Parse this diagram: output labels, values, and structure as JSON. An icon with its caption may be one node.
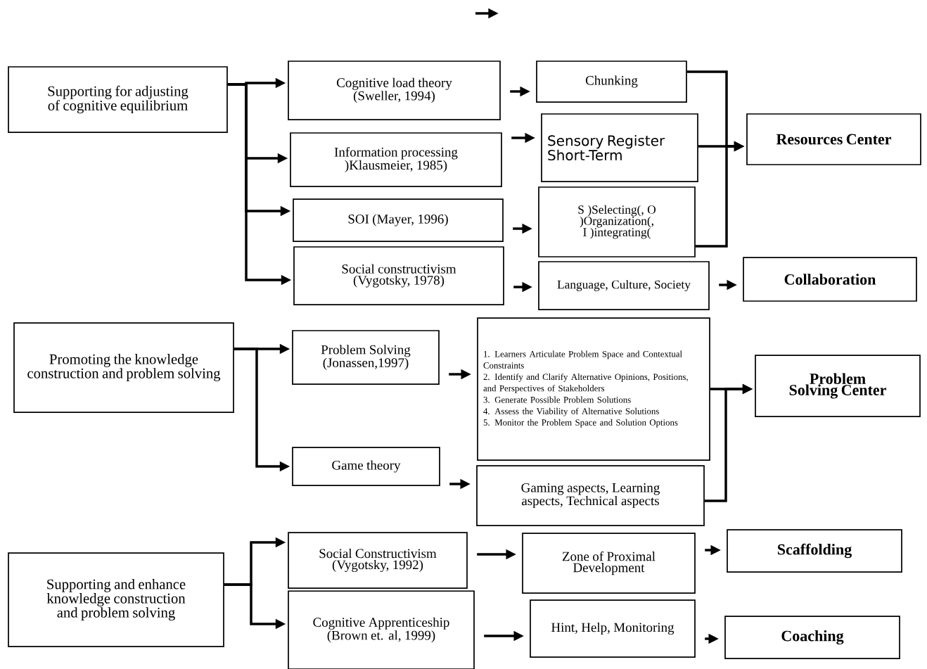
{
  "diagram": {
    "nodes": [
      {
        "text": [
          "Supporting for adjusting of cognitive equilibrium"
        ]
      },
      {
        "text": [
          "Cognitive load theory (Sweller, 1994)"
        ]
      },
      {
        "text": [
          "Information processing )Klausmeier, 1985)"
        ]
      },
      {
        "text": [
          "SOI (Mayer, 1996)"
        ]
      },
      {
        "text": [
          "Social constructivism (Vygotsky, 1978)"
        ]
      },
      {
        "text": [
          "Chunking"
        ]
      },
      {
        "text": [
          "Sensory Register Short-Term"
        ]
      },
      {
        "text": [
          "S )Selecting(, O )Organization(, I )integrating("
        ]
      },
      {
        "text": [
          "Language, Culture, Society"
        ]
      },
      {
        "text": [
          "Resources Center"
        ]
      },
      {
        "text": [
          "Collaboration"
        ]
      },
      {
        "text": [
          "Promoting the knowledge construction and problem solving"
        ]
      },
      {
        "text": [
          "Problem Solving (Jonassen,1997)"
        ]
      },
      {
        "text": [
          "Game theory"
        ]
      },
      {
        "text": [
          "1. Learners Articulate Problem Space and Contextual Constraints",
          "2. Identify and Clarify Alternative Opinions, Positions, and Perspectives of Stakeholders",
          "3. Generate Possible Problem Solutions",
          "4. Assess the Viability of Alternative Solutions",
          "5. Monitor the Problem Space and Solution Options"
        ]
      },
      {
        "text": [
          "Gaming aspects, Learning aspects, Technical aspects"
        ]
      },
      {
        "text": [
          "Problem Solving Center"
        ]
      },
      {
        "text": [
          "Supporting and enhance knowledge construction and problem solving"
        ]
      },
      {
        "text": [
          "Social Constructivism (Vygotsky, 1992)"
        ]
      },
      {
        "text": [
          "Cognitive Apprenticeship (Brown et. al, 1999)"
        ]
      },
      {
        "text": [
          "Zone of Proximal Development"
        ]
      },
      {
        "text": [
          "Scaffolding"
        ]
      },
      {
        "text": [
          "Hint, Help, Monitoring"
        ]
      },
      {
        "text": [
          "Coaching"
        ]
      }
    ],
    "edges": [
      {
        "from": 0,
        "to": 1,
        "arrow": "to"
      },
      {
        "from": 0,
        "to": 2,
        "arrow": "to"
      },
      {
        "from": 0,
        "to": 3,
        "arrow": "to"
      },
      {
        "from": 0,
        "to": 4,
        "arrow": "to"
      },
      {
        "from": 1,
        "to": 5,
        "arrow": "to"
      },
      {
        "from": 2,
        "to": 6,
        "arrow": "to"
      },
      {
        "from": 3,
        "to": 7,
        "arrow": "to"
      },
      {
        "from": 4,
        "to": 8,
        "arrow": "to"
      },
      {
        "from": 5,
        "to": 9,
        "arrow": "to"
      },
      {
        "from": 6,
        "to": 9,
        "arrow": "to"
      },
      {
        "from": 7,
        "to": 9,
        "arrow": "to"
      },
      {
        "from": 8,
        "to": 10,
        "arrow": "to"
      },
      {
        "from": 11,
        "to": 12,
        "arrow": "to"
      },
      {
        "from": 11,
        "to": 13,
        "arrow": "to"
      },
      {
        "from": 12,
        "to": 14,
        "arrow": "to"
      },
      {
        "from": 13,
        "to": 15,
        "arrow": "to"
      },
      {
        "from": 14,
        "to": 16,
        "arrow": "to"
      },
      {
        "from": 15,
        "to": 16,
        "arrow": "to"
      },
      {
        "from": 17,
        "to": 18,
        "arrow": "to"
      },
      {
        "from": 17,
        "to": 19,
        "arrow": "to"
      },
      {
        "from": 18,
        "to": 20,
        "arrow": "to"
      },
      {
        "from": 19,
        "to": 22,
        "arrow": "to"
      },
      {
        "from": 20,
        "to": 21,
        "arrow": "to"
      },
      {
        "from": 22,
        "to": 23,
        "arrow": "to"
      }
    ]
  }
}
